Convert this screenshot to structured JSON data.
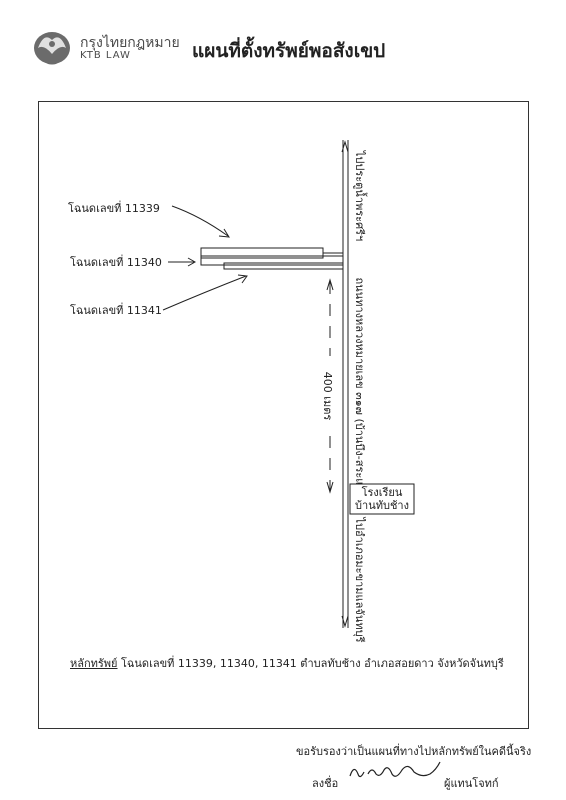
{
  "header": {
    "logo_th": "กรุงไทยกฎหมาย",
    "logo_en": "KTB LAW",
    "title": "แผนที่ตั้งทรัพย์พอสังเขป"
  },
  "map": {
    "deed_labels": [
      "โฉนดเลขที่ 11339",
      "โฉนดเลขที่ 11340",
      "โฉนดเลขที่ 11341"
    ],
    "road_north_label": "ไปประตูน้ำพระศรีฯ",
    "road_main_label": "ถนนทางหลวงหมายเลข ๓๑๗ (บ้านบึง-สระแก้ว)",
    "distance_label": "400 เมตร",
    "landmark_line1": "โรงเรียน",
    "landmark_line2": "บ้านทับช้าง",
    "road_south_label": "ไปอำเภอมะขามแลจันทบุรี"
  },
  "caption": {
    "prefix": "หลักทรัพย์",
    "text": " โฉนดเลขที่ 11339, 11340, 11341 ตำบลทับช้าง อำเภอสอยดาว จังหวัดจันทบุรี"
  },
  "footer": {
    "certify": "ขอรับรองว่าเป็นแผนที่ทางไปหลักทรัพย์ในคดีนี้จริง",
    "sign_label": "ลงชื่อ",
    "role": "ผู้แทนโจทก์"
  }
}
